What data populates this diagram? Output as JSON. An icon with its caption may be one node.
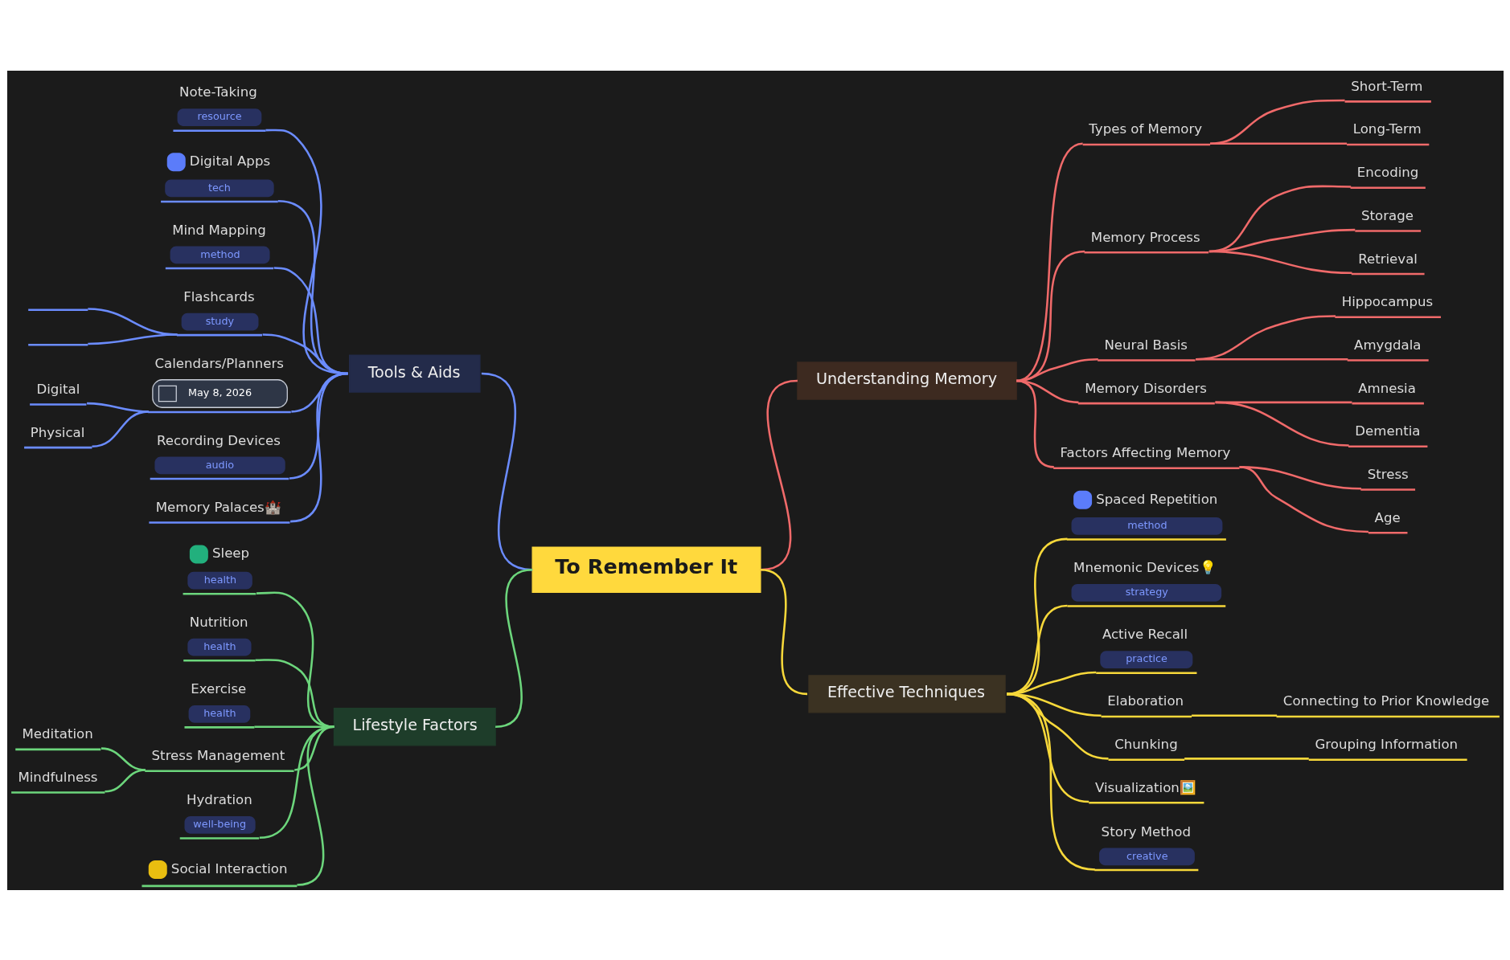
{
  "diagram": {
    "nodes": [
      {
        "text": [
          "To Remember It"
        ]
      },
      {
        "text": [
          "Tools & Aids"
        ]
      },
      {
        "text": [
          "Note-Taking",
          "resource"
        ]
      },
      {
        "text": [
          "Digital Apps",
          "tech"
        ]
      },
      {
        "text": [
          "Mind Mapping",
          "method"
        ]
      },
      {
        "text": [
          "Flashcards",
          "study"
        ]
      },
      {
        "text": [],
        "shape": "bar"
      },
      {
        "text": [],
        "shape": "bar"
      },
      {
        "text": [
          "Calendars/Planners",
          "May 8, 2026"
        ]
      },
      {
        "text": [
          "Digital"
        ]
      },
      {
        "text": [
          "Physical"
        ]
      },
      {
        "text": [
          "Recording Devices",
          "audio"
        ]
      },
      {
        "text": [
          "Memory Palaces🏰"
        ]
      },
      {
        "text": [
          "Understanding Memory"
        ]
      },
      {
        "text": [
          "Types of Memory"
        ]
      },
      {
        "text": [
          "Short-Term"
        ]
      },
      {
        "text": [
          "Long-Term"
        ]
      },
      {
        "text": [
          "Memory Process"
        ]
      },
      {
        "text": [
          "Encoding"
        ]
      },
      {
        "text": [
          "Storage"
        ]
      },
      {
        "text": [
          "Retrieval"
        ]
      },
      {
        "text": [
          "Neural Basis"
        ]
      },
      {
        "text": [
          "Hippocampus"
        ]
      },
      {
        "text": [
          "Amygdala"
        ]
      },
      {
        "text": [
          "Memory Disorders"
        ]
      },
      {
        "text": [
          "Amnesia"
        ]
      },
      {
        "text": [
          "Dementia"
        ]
      },
      {
        "text": [
          "Factors Affecting Memory"
        ]
      },
      {
        "text": [
          "Stress"
        ]
      },
      {
        "text": [
          "Age"
        ]
      },
      {
        "text": [
          "Lifestyle Factors"
        ]
      },
      {
        "text": [
          "Sleep",
          "health"
        ]
      },
      {
        "text": [
          "Nutrition",
          "health"
        ]
      },
      {
        "text": [
          "Exercise",
          "health"
        ]
      },
      {
        "text": [
          "Stress Management"
        ]
      },
      {
        "text": [
          "Meditation"
        ]
      },
      {
        "text": [
          "Mindfulness"
        ]
      },
      {
        "text": [
          "Hydration",
          "well-being"
        ]
      },
      {
        "text": [
          "Social Interaction"
        ]
      },
      {
        "text": [
          "Effective Techniques"
        ]
      },
      {
        "text": [
          "Spaced Repetition",
          "method"
        ]
      },
      {
        "text": [
          "Mnemonic Devices💡",
          "strategy"
        ]
      },
      {
        "text": [
          "Active Recall",
          "practice"
        ]
      },
      {
        "text": [
          "Elaboration"
        ]
      },
      {
        "text": [
          "Connecting to Prior Knowledge"
        ]
      },
      {
        "text": [
          "Chunking"
        ]
      },
      {
        "text": [
          "Grouping Information"
        ]
      },
      {
        "text": [
          "Visualization🖼️"
        ]
      },
      {
        "text": [
          "Story Method",
          "creative"
        ]
      }
    ],
    "edges": [
      {
        "from": 1,
        "to": 0,
        "arrow": "none",
        "color": "#6b8cff"
      },
      {
        "from": 2,
        "to": 1,
        "arrow": "none",
        "color": "#6b8cff"
      },
      {
        "from": 3,
        "to": 1,
        "arrow": "none",
        "color": "#6b8cff"
      },
      {
        "from": 4,
        "to": 1,
        "arrow": "none",
        "color": "#6b8cff"
      },
      {
        "from": 5,
        "to": 1,
        "arrow": "none",
        "color": "#6b8cff"
      },
      {
        "from": 6,
        "to": 5,
        "arrow": "none",
        "color": "#6b8cff"
      },
      {
        "from": 7,
        "to": 5,
        "arrow": "none",
        "color": "#6b8cff"
      },
      {
        "from": 8,
        "to": 1,
        "arrow": "none",
        "color": "#6b8cff"
      },
      {
        "from": 9,
        "to": 8,
        "arrow": "none",
        "color": "#6b8cff"
      },
      {
        "from": 10,
        "to": 8,
        "arrow": "none",
        "color": "#6b8cff"
      },
      {
        "from": 11,
        "to": 1,
        "arrow": "none",
        "color": "#6b8cff"
      },
      {
        "from": 12,
        "to": 1,
        "arrow": "none",
        "color": "#6b8cff"
      },
      {
        "from": 0,
        "to": 13,
        "arrow": "none"
      },
      {
        "from": 13,
        "to": 14,
        "arrow": "none"
      },
      {
        "from": 14,
        "to": 15,
        "arrow": "none"
      },
      {
        "from": 14,
        "to": 16,
        "arrow": "none"
      },
      {
        "from": 13,
        "to": 17,
        "arrow": "none"
      },
      {
        "from": 17,
        "to": 18,
        "arrow": "none"
      },
      {
        "from": 17,
        "to": 19,
        "arrow": "none"
      },
      {
        "from": 17,
        "to": 20,
        "arrow": "none"
      },
      {
        "from": 13,
        "to": 21,
        "arrow": "none"
      },
      {
        "from": 21,
        "to": 22,
        "arrow": "none"
      },
      {
        "from": 21,
        "to": 23,
        "arrow": "none"
      },
      {
        "from": 13,
        "to": 24,
        "arrow": "none"
      },
      {
        "from": 24,
        "to": 25,
        "arrow": "none"
      },
      {
        "from": 24,
        "to": 26,
        "arrow": "none"
      },
      {
        "from": 13,
        "to": 27,
        "arrow": "none"
      },
      {
        "from": 27,
        "to": 28,
        "arrow": "none"
      },
      {
        "from": 27,
        "to": 29,
        "arrow": "none"
      },
      {
        "from": 30,
        "to": 0,
        "arrow": "none",
        "color": "#6cd67c"
      },
      {
        "from": 31,
        "to": 30,
        "arrow": "none",
        "color": "#6cd67c"
      },
      {
        "from": 32,
        "to": 30,
        "arrow": "none",
        "color": "#6cd67c"
      },
      {
        "from": 33,
        "to": 30,
        "arrow": "none",
        "color": "#6cd67c"
      },
      {
        "from": 34,
        "to": 30,
        "arrow": "none",
        "color": "#6cd67c"
      },
      {
        "from": 35,
        "to": 34,
        "arrow": "none",
        "color": "#6cd67c"
      },
      {
        "from": 36,
        "to": 34,
        "arrow": "none",
        "color": "#6cd67c"
      },
      {
        "from": 37,
        "to": 30,
        "arrow": "none",
        "color": "#6cd67c"
      },
      {
        "from": 38,
        "to": 30,
        "arrow": "none",
        "color": "#6cd67c"
      },
      {
        "from": 0,
        "to": 39,
        "arrow": "none",
        "color": "#f7d83a"
      },
      {
        "from": 39,
        "to": 40,
        "arrow": "none",
        "color": "#f7d83a"
      },
      {
        "from": 39,
        "to": 41,
        "arrow": "none",
        "color": "#f7d83a"
      },
      {
        "from": 39,
        "to": 42,
        "arrow": "none",
        "color": "#f7d83a"
      },
      {
        "from": 39,
        "to": 43,
        "arrow": "none",
        "color": "#f7d83a"
      },
      {
        "from": 43,
        "to": 44,
        "arrow": "none",
        "color": "#f7d83a"
      },
      {
        "from": 39,
        "to": 45,
        "arrow": "none",
        "color": "#f7d83a"
      },
      {
        "from": 45,
        "to": 46,
        "arrow": "none",
        "color": "#f7d83a"
      },
      {
        "from": 39,
        "to": 47,
        "arrow": "none",
        "color": "#f7d83a"
      },
      {
        "from": 39,
        "to": 48,
        "arrow": "none",
        "color": "#f7d83a"
      }
    ]
  }
}
